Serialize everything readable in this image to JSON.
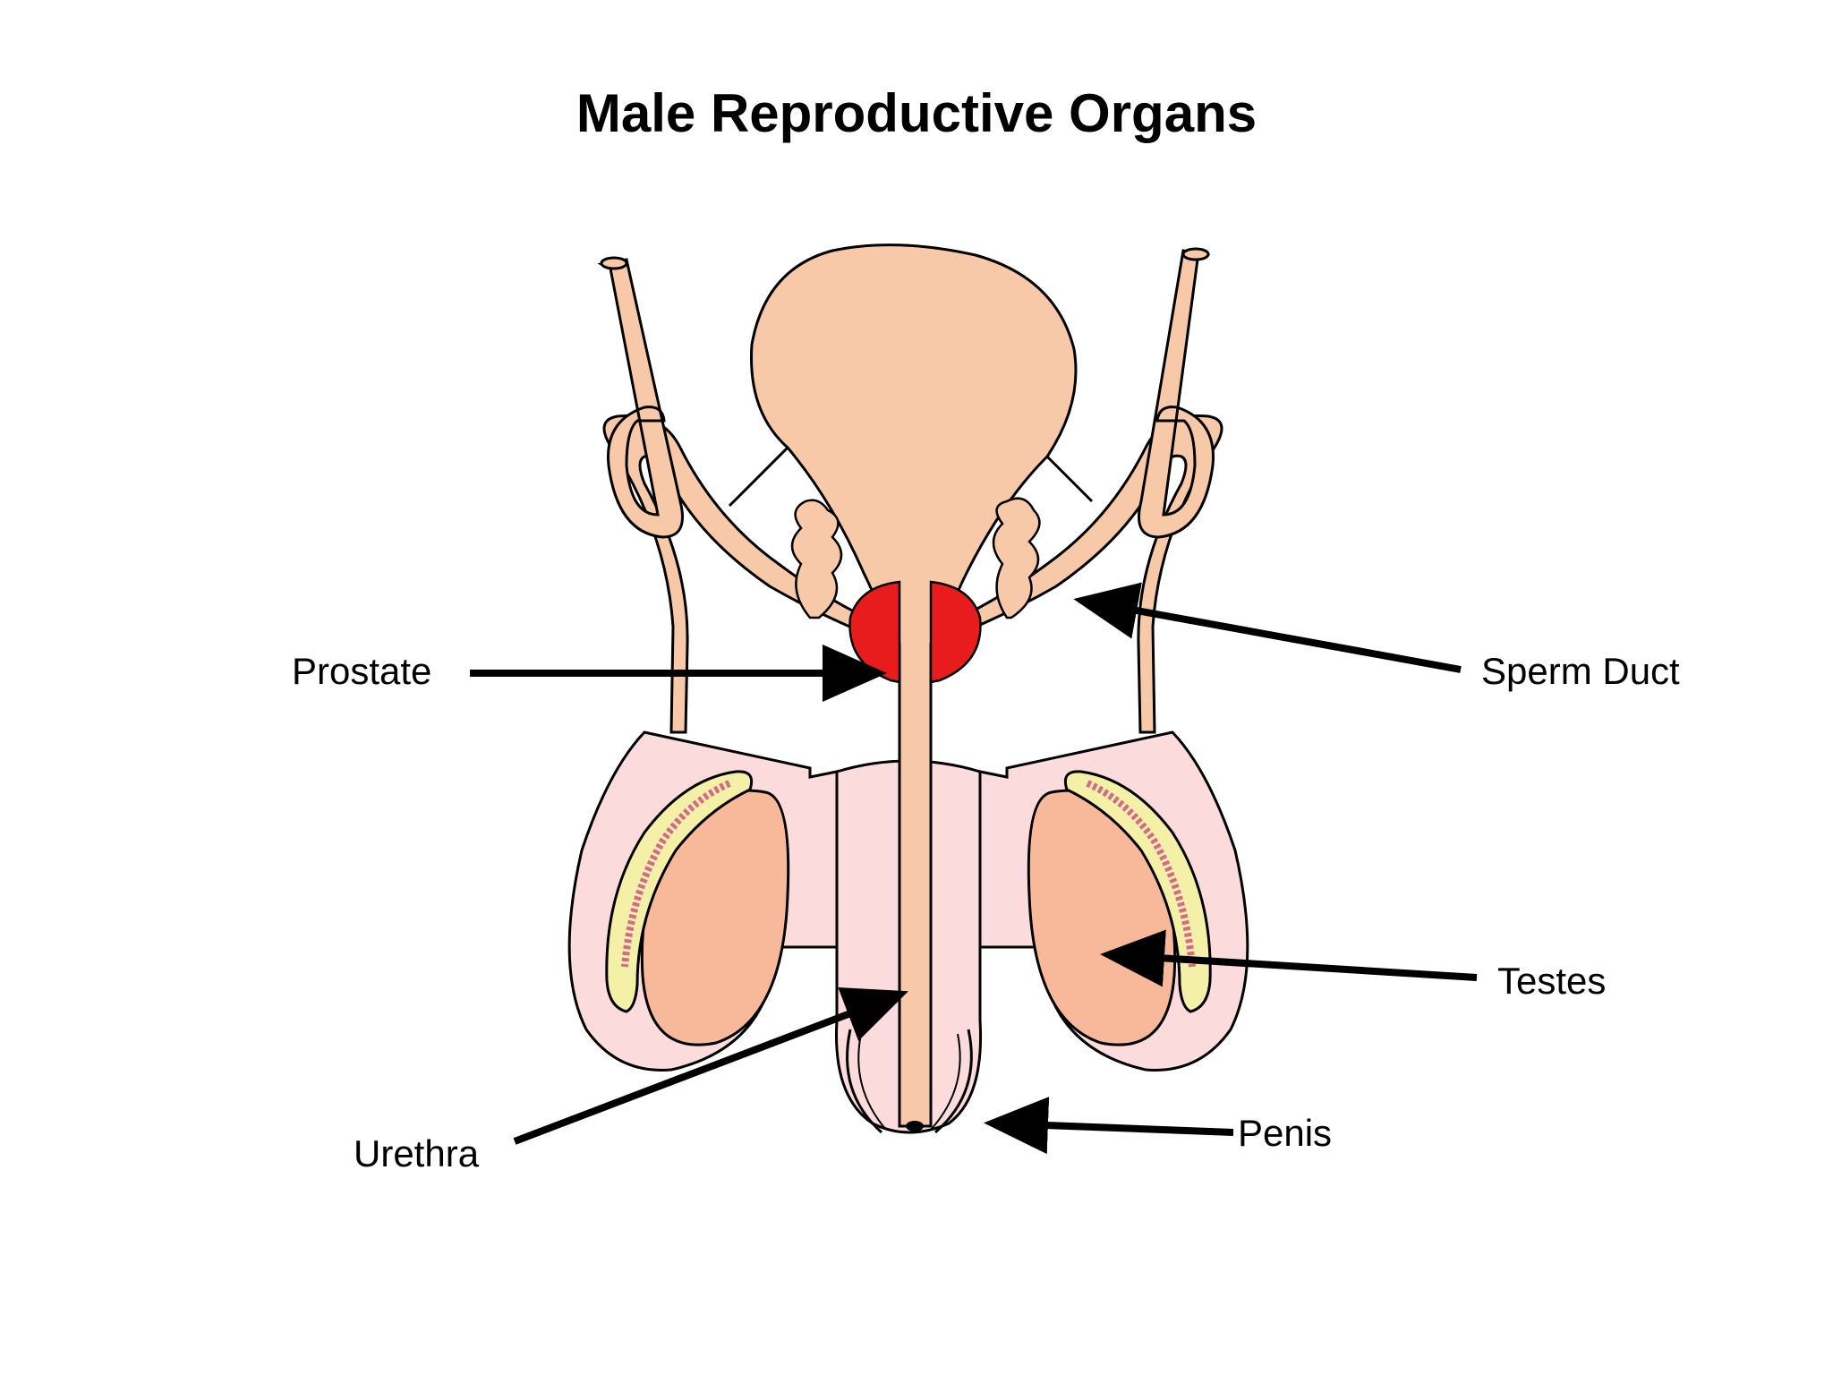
{
  "title": "Male Reproductive Organs",
  "labels": {
    "prostate": "Prostate",
    "sperm_duct": "Sperm Duct",
    "testes": "Testes",
    "urethra": "Urethra",
    "penis": "Penis"
  },
  "colors": {
    "tissue": "#f8c9a8",
    "scrotum": "#fbdbdc",
    "testis": "#f7b99a",
    "prostate": "#e81c1c",
    "epididymis": "#f4f0a8",
    "outline": "#000000"
  }
}
